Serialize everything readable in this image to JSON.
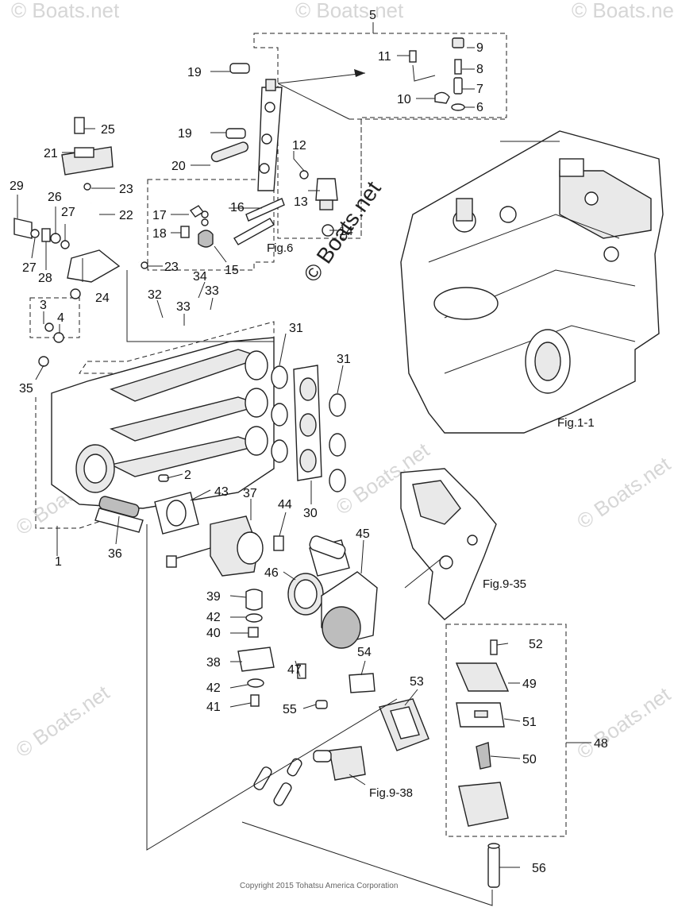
{
  "callouts": [
    "1",
    "2",
    "3",
    "4",
    "5",
    "6",
    "7",
    "8",
    "9",
    "10",
    "11",
    "12",
    "13",
    "14",
    "15",
    "16",
    "17",
    "18",
    "19",
    "19",
    "20",
    "21",
    "22",
    "23",
    "23",
    "24",
    "25",
    "26",
    "27",
    "27",
    "28",
    "29",
    "30",
    "31",
    "31",
    "32",
    "33",
    "33",
    "34",
    "35",
    "36",
    "37",
    "38",
    "39",
    "40",
    "41",
    "42",
    "42",
    "43",
    "44",
    "45",
    "46",
    "47",
    "48",
    "49",
    "50",
    "51",
    "52",
    "53",
    "54",
    "55",
    "56"
  ],
  "figure_refs": {
    "fig_1_1": "Fig.1-1",
    "fig_6": "Fig.6",
    "fig_9_35": "Fig.9-35",
    "fig_9_38": "Fig.9-38"
  },
  "watermark": {
    "text": "© Boats.net",
    "center_text": "© Boats.net"
  },
  "copyright": "Copyright 2015 Tohatsu America Corporation",
  "colors": {
    "line": "#222222",
    "watermark": "#d6d6d6",
    "background": "#ffffff"
  }
}
